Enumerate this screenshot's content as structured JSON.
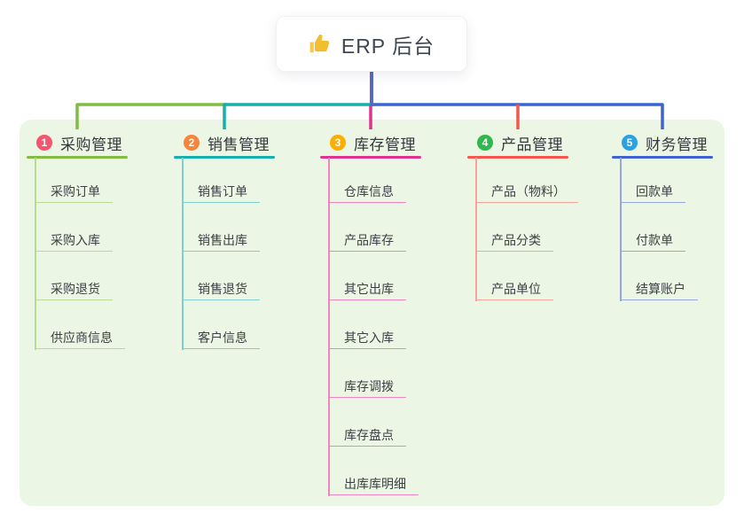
{
  "root": {
    "title": "ERP 后台",
    "icon": "thumbs-up-icon"
  },
  "palette": {
    "panel_bg": "#ebf6e4",
    "root_connector": "#5968c4",
    "root_text": "#3e4553",
    "node_text": "#3c3f44",
    "thumb_icon_fill": "#f2bd2e",
    "thumb_icon_sleeve": "#f6c94c"
  },
  "branches": [
    {
      "badge": "1",
      "badge_color": "#f5566f",
      "label": "采购管理",
      "line_color": "#84bb42",
      "item_line_color": "#b9da92",
      "items": [
        "采购订单",
        "采购入库",
        "采购退货",
        "供应商信息"
      ]
    },
    {
      "badge": "2",
      "badge_color": "#f8853c",
      "label": "销售管理",
      "line_color": "#15b0a9",
      "item_line_color": "#7fd0ca",
      "items": [
        "销售订单",
        "销售出库",
        "销售退货",
        "客户信息"
      ]
    },
    {
      "badge": "3",
      "badge_color": "#fcae02",
      "label": "库存管理",
      "line_color": "#e0338f",
      "item_line_color": "#ee86c0",
      "items": [
        "仓库信息",
        "产品库存",
        "其它出库",
        "其它入库",
        "库存调拨",
        "库存盘点",
        "出库库明细"
      ]
    },
    {
      "badge": "4",
      "badge_color": "#2eb84e",
      "label": "产品管理",
      "line_color": "#f5564d",
      "item_line_color": "#f9a39c",
      "items": [
        "产品（物料）",
        "产品分类",
        "产品单位"
      ]
    },
    {
      "badge": "5",
      "badge_color": "#29a2e3",
      "label": "财务管理",
      "line_color": "#3e63d0",
      "item_line_color": "#93a8e2",
      "items": [
        "回款单",
        "付款单",
        "结算账户"
      ]
    }
  ]
}
